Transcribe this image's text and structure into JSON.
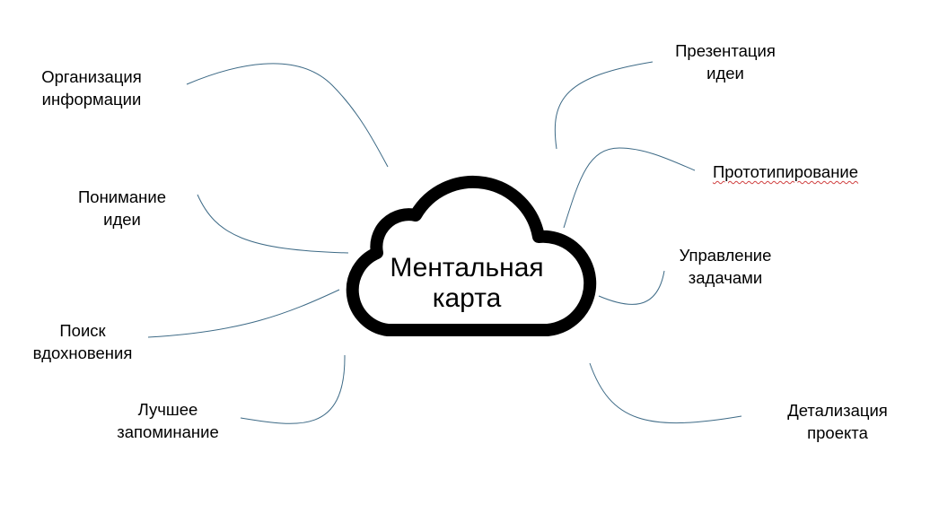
{
  "center": {
    "line1": "Ментальная",
    "line2": "карта"
  },
  "colors": {
    "connector": "#3d6a86",
    "cloud": "#000000"
  },
  "branches": [
    {
      "line1": "Организация",
      "line2": "информации"
    },
    {
      "line1": "Понимание",
      "line2": "идеи"
    },
    {
      "line1": "Поиск",
      "line2": "вдохновения"
    },
    {
      "line1": "Лучшее",
      "line2": "запоминание"
    },
    {
      "line1": "Презентация",
      "line2": "идеи"
    },
    {
      "line1": "Прототипирование"
    },
    {
      "line1": "Управление",
      "line2": "задачами"
    },
    {
      "line1": "Детализация",
      "line2": "проекта"
    }
  ]
}
